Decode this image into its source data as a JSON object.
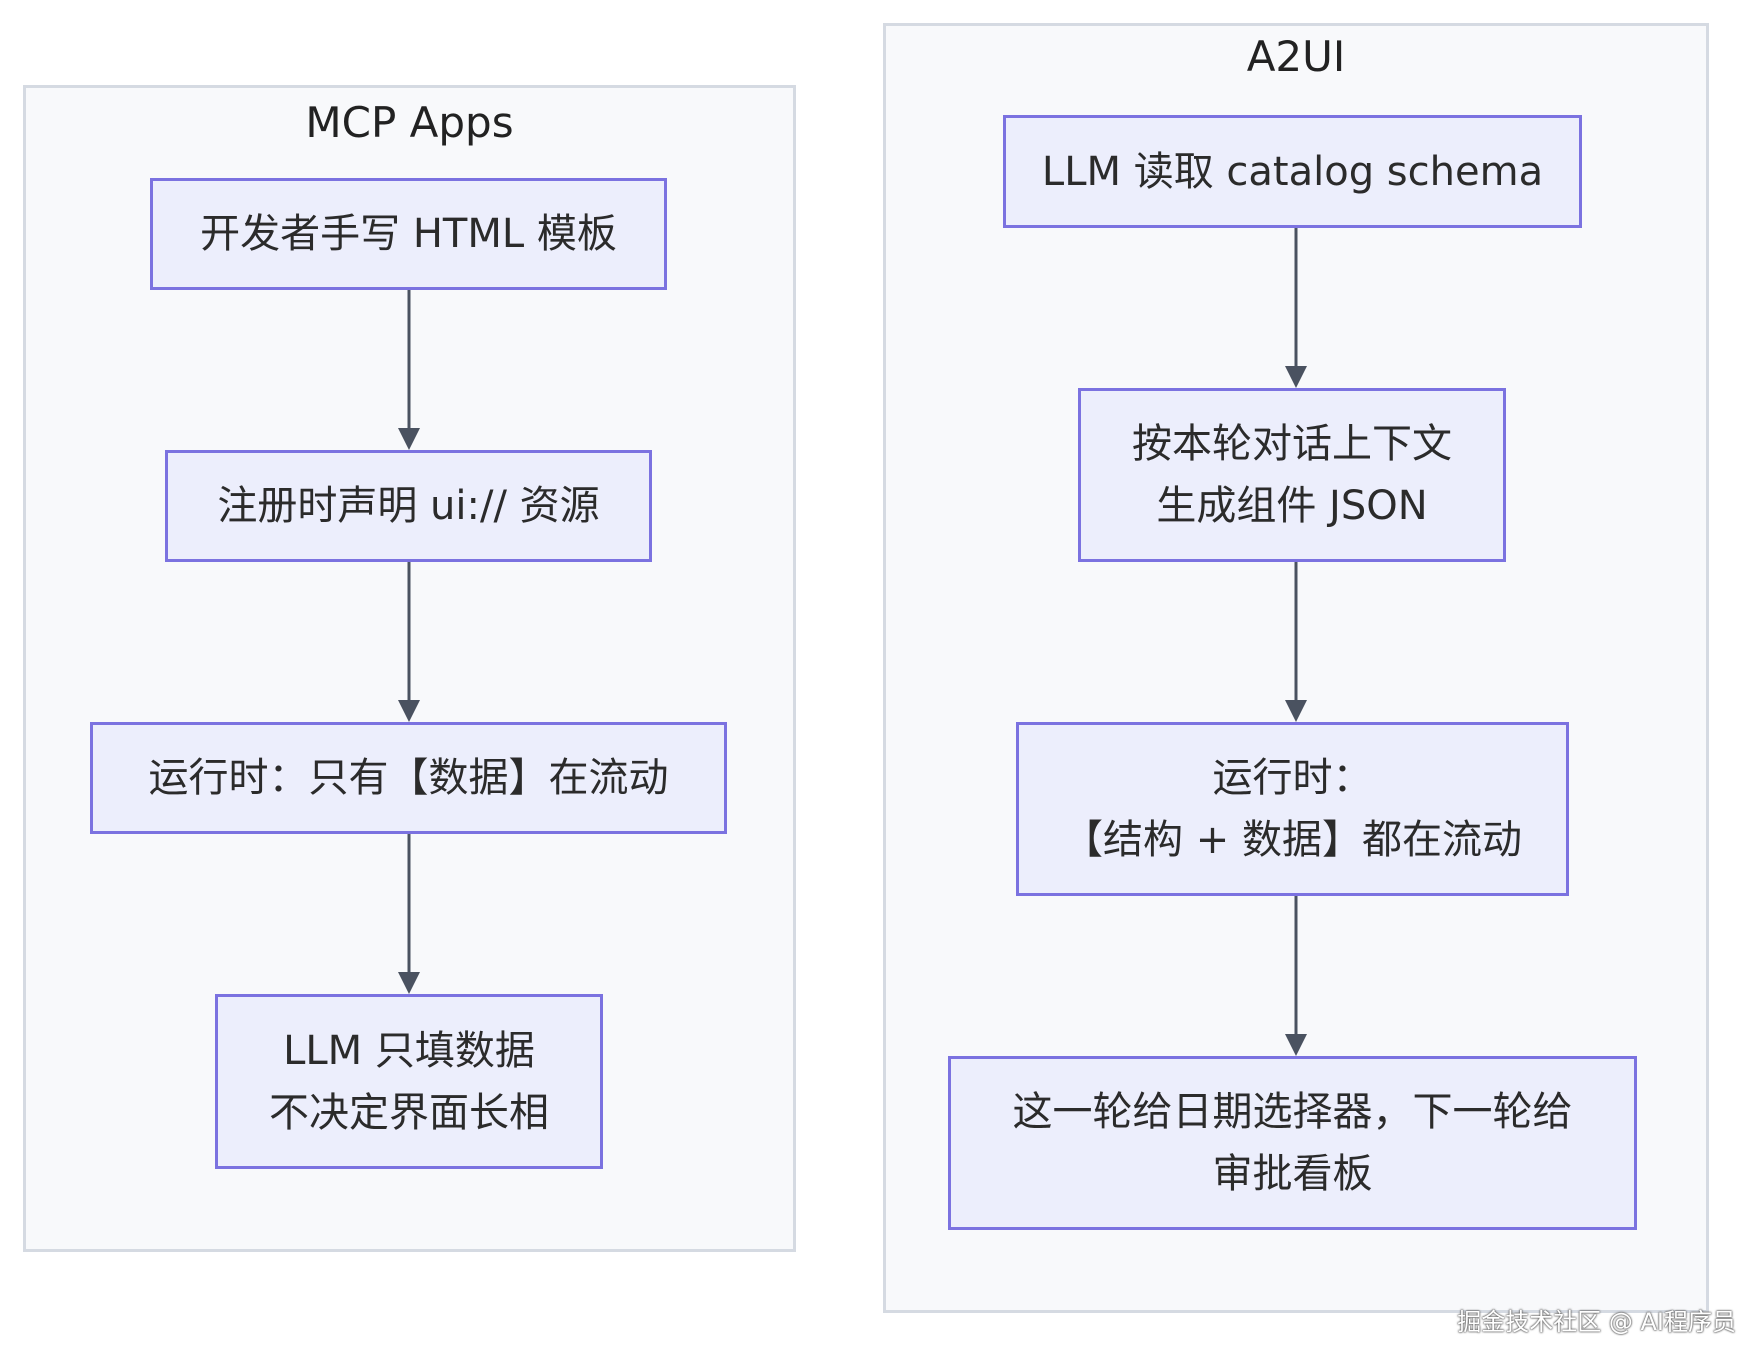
{
  "clusters": {
    "mcp": {
      "title": "MCP Apps",
      "nodes": [
        {
          "lines": [
            "开发者手写 HTML 模板"
          ]
        },
        {
          "lines": [
            "注册时声明 ui:// 资源"
          ]
        },
        {
          "lines": [
            "运行时：只有【数据】在流动"
          ]
        },
        {
          "lines": [
            "LLM 只填数据",
            "不决定界面长相"
          ]
        }
      ]
    },
    "a2ui": {
      "title": "A2UI",
      "nodes": [
        {
          "lines": [
            "LLM 读取 catalog schema"
          ]
        },
        {
          "lines": [
            "按本轮对话上下文",
            "生成组件 JSON"
          ]
        },
        {
          "lines": [
            "运行时：",
            "【结构 + 数据】都在流动"
          ]
        },
        {
          "lines": [
            "这一轮给日期选择器，下一轮给",
            "审批看板"
          ]
        }
      ]
    }
  },
  "watermark": "掘金技术社区 @ AI程序员"
}
